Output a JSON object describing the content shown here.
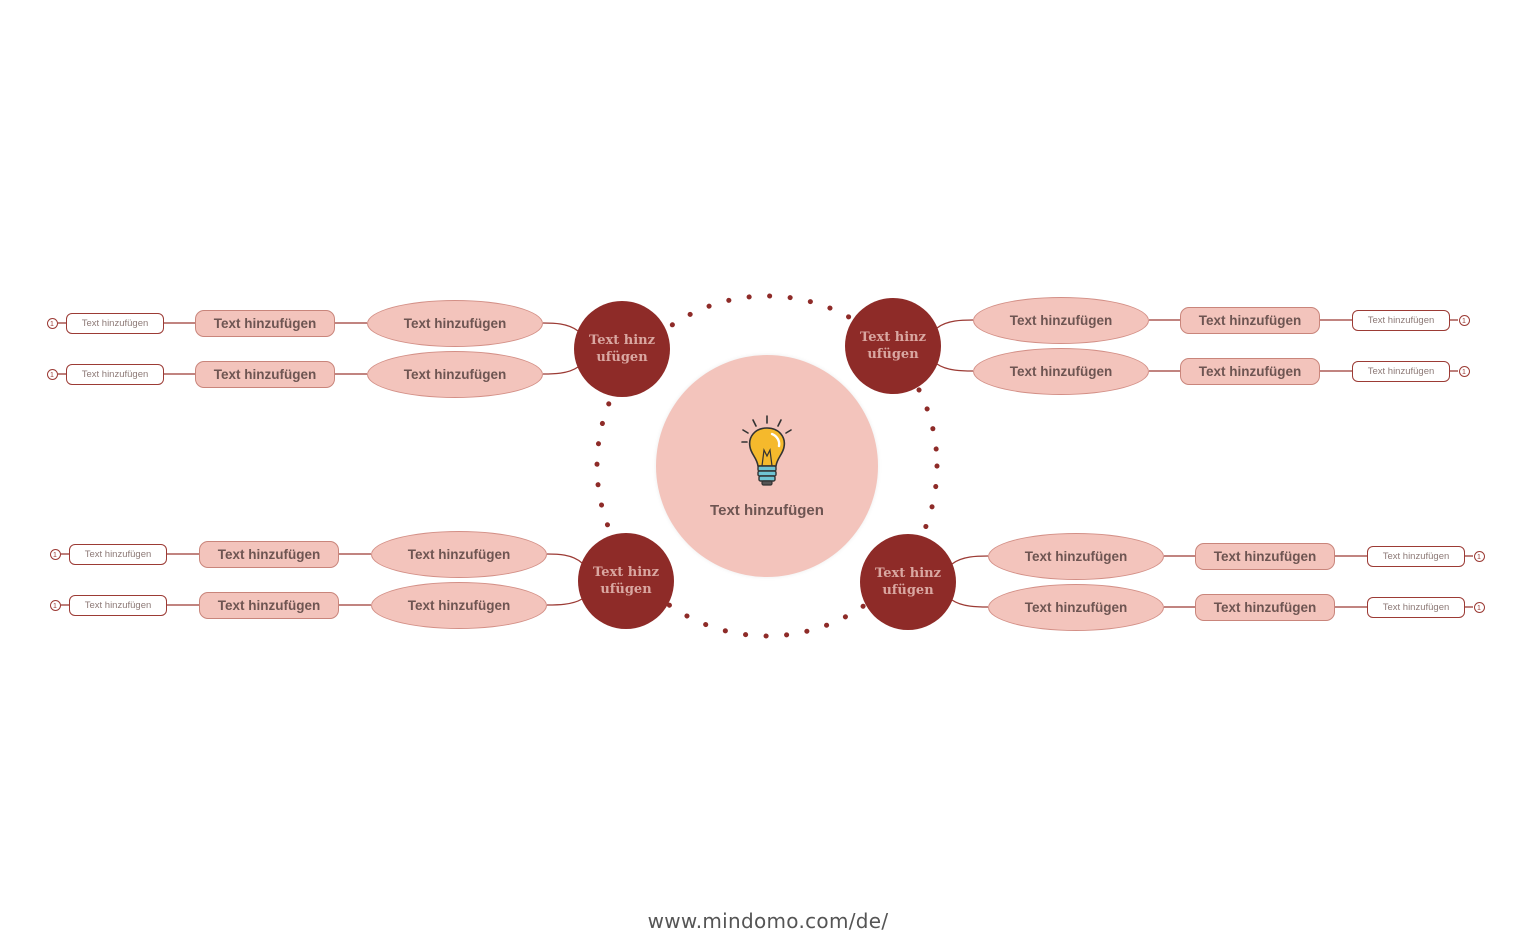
{
  "diagram": {
    "central_topic": {
      "label": "Text hinzufügen",
      "icon": "lightbulb-icon"
    },
    "main_topics": [
      {
        "label": "Text hinzufügen"
      },
      {
        "label": "Text hinzufügen"
      },
      {
        "label": "Text hinzufügen"
      },
      {
        "label": "Text hinzufügen"
      }
    ],
    "subtopic_label": "Text hinzufügen",
    "detail_label": "Text hinzufügen",
    "leaf_label": "Text hinzufügen",
    "collapsed_count": "1",
    "colors": {
      "main": "#8e2b28",
      "node_fill": "#f3c4bc",
      "connector": "#9c3b35",
      "dotted_ring": "#8e2b28"
    }
  },
  "footer": {
    "url": "www.mindomo.com/de/"
  }
}
